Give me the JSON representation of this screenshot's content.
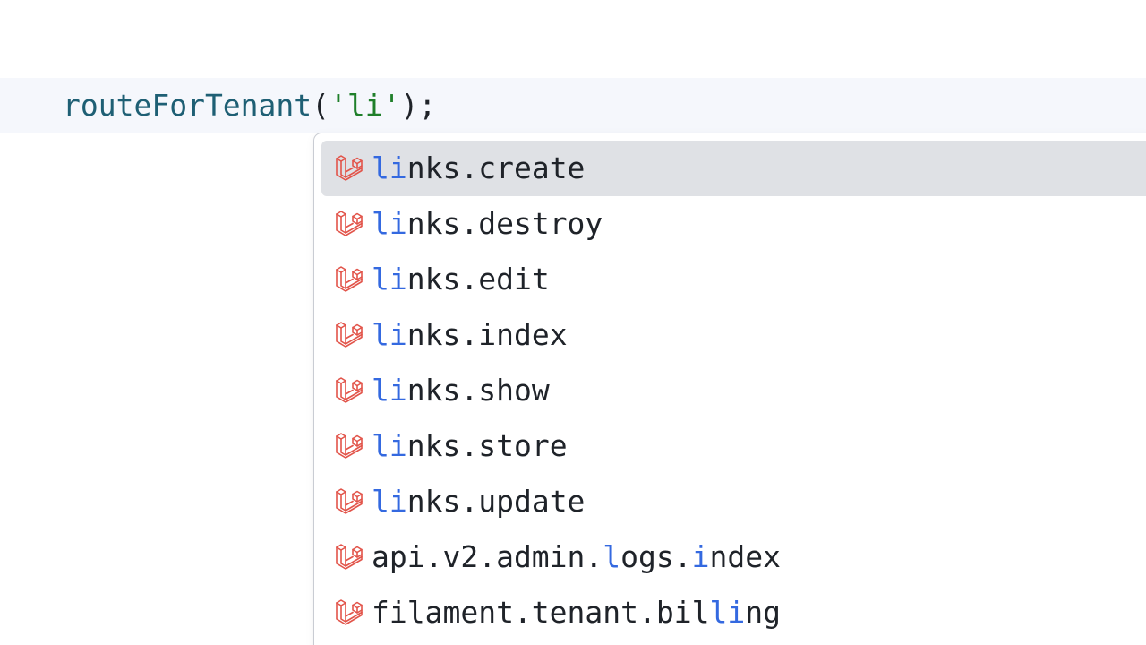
{
  "editor": {
    "function_name": "routeForTenant",
    "open_paren": "(",
    "string_literal": "'li'",
    "close": ");"
  },
  "completion": {
    "selected_index": 0,
    "icon": "laravel-logo-icon",
    "icon_color": "#e2544a",
    "highlight_color": "#3469e0",
    "items": [
      {
        "parts": [
          {
            "text": "li",
            "hl": true
          },
          {
            "text": "nks.create",
            "hl": false
          }
        ]
      },
      {
        "parts": [
          {
            "text": "li",
            "hl": true
          },
          {
            "text": "nks.destroy",
            "hl": false
          }
        ]
      },
      {
        "parts": [
          {
            "text": "li",
            "hl": true
          },
          {
            "text": "nks.edit",
            "hl": false
          }
        ]
      },
      {
        "parts": [
          {
            "text": "li",
            "hl": true
          },
          {
            "text": "nks.index",
            "hl": false
          }
        ]
      },
      {
        "parts": [
          {
            "text": "li",
            "hl": true
          },
          {
            "text": "nks.show",
            "hl": false
          }
        ]
      },
      {
        "parts": [
          {
            "text": "li",
            "hl": true
          },
          {
            "text": "nks.store",
            "hl": false
          }
        ]
      },
      {
        "parts": [
          {
            "text": "li",
            "hl": true
          },
          {
            "text": "nks.update",
            "hl": false
          }
        ]
      },
      {
        "parts": [
          {
            "text": "api.v2.admin.",
            "hl": false
          },
          {
            "text": "l",
            "hl": true
          },
          {
            "text": "ogs.",
            "hl": false
          },
          {
            "text": "i",
            "hl": true
          },
          {
            "text": "ndex",
            "hl": false
          }
        ]
      },
      {
        "parts": [
          {
            "text": "filament.tenant.bil",
            "hl": false
          },
          {
            "text": "li",
            "hl": true
          },
          {
            "text": "ng",
            "hl": false
          }
        ]
      }
    ]
  }
}
